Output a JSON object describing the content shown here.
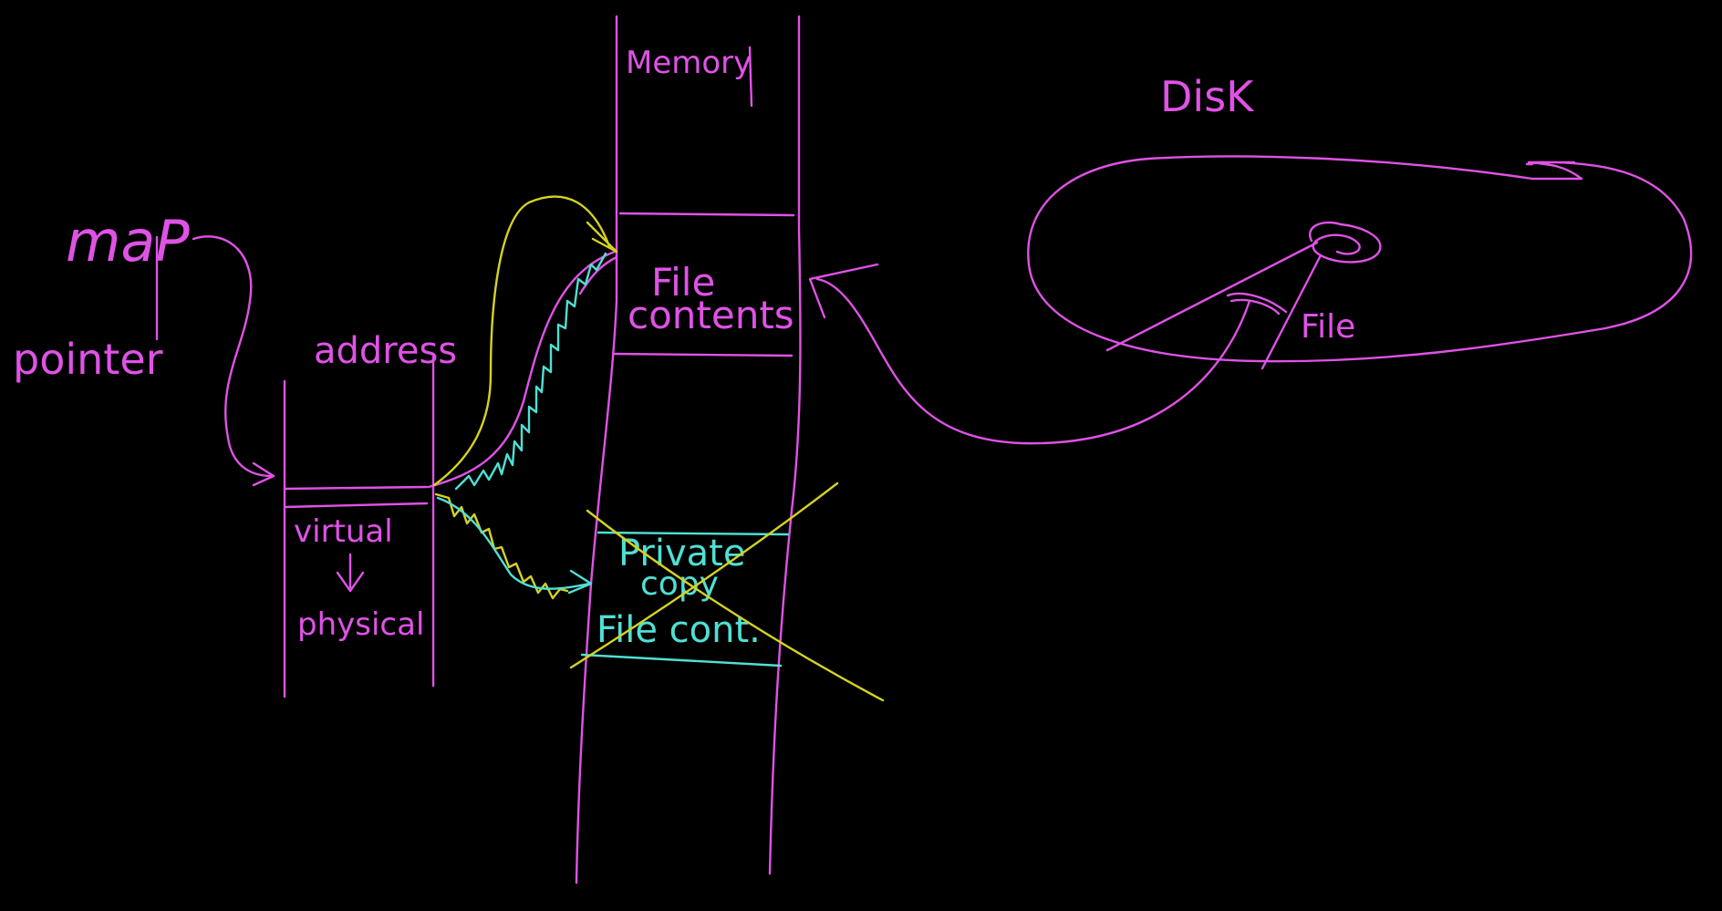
{
  "colors": {
    "background": "#000000",
    "magenta": "#e052e6",
    "yellow": "#d6d21f",
    "cyan": "#4fe0d4"
  },
  "labels": {
    "map": "maP",
    "pointer": "pointer",
    "address": "address",
    "virtual": "virtual",
    "physical": "physical",
    "memory": "Memory",
    "file_contents_line1": "File",
    "file_contents_line2": "contents",
    "private_copy_line1": "Private",
    "private_copy_line2": "copy",
    "private_copy_line3": "File cont.",
    "disk": "DisK",
    "file": "File"
  }
}
